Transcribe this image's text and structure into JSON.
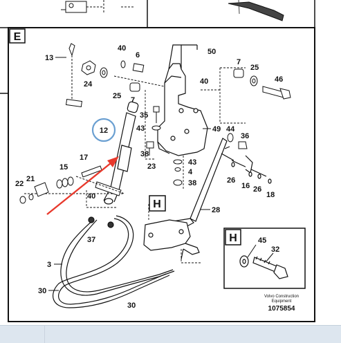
{
  "section_label": "E",
  "detail_label": "H",
  "inset_label": "H",
  "callout": "12",
  "part_numbers": {
    "p13": "13",
    "p40a": "40",
    "p6": "6",
    "p50": "50",
    "p7a": "7",
    "p25a": "25",
    "p46": "46",
    "p24": "24",
    "p25b": "25",
    "p7b": "7",
    "p40b": "40",
    "p35": "35",
    "p43a": "43",
    "p49": "49",
    "p44": "44",
    "p36": "36",
    "p17": "17",
    "p38a": "38",
    "p23": "23",
    "p15": "15",
    "p43b": "43",
    "p4": "4",
    "p38b": "38",
    "p26a": "26",
    "p16": "16",
    "p26b": "26",
    "p18": "18",
    "p21": "21",
    "p22": "22",
    "p40c": "40",
    "p28": "28",
    "p37": "37",
    "p45": "45",
    "p32": "32",
    "p3": "3",
    "p30a": "30",
    "p30b": "30"
  },
  "stamp": {
    "line1": "Volvo Construction",
    "line2": "Equipment",
    "number": "1075854"
  },
  "colors": {
    "callout_ring": "#6a9fd1",
    "arrow": "#e8392c",
    "ink": "#111111",
    "statusbar": "#dde6ef"
  }
}
